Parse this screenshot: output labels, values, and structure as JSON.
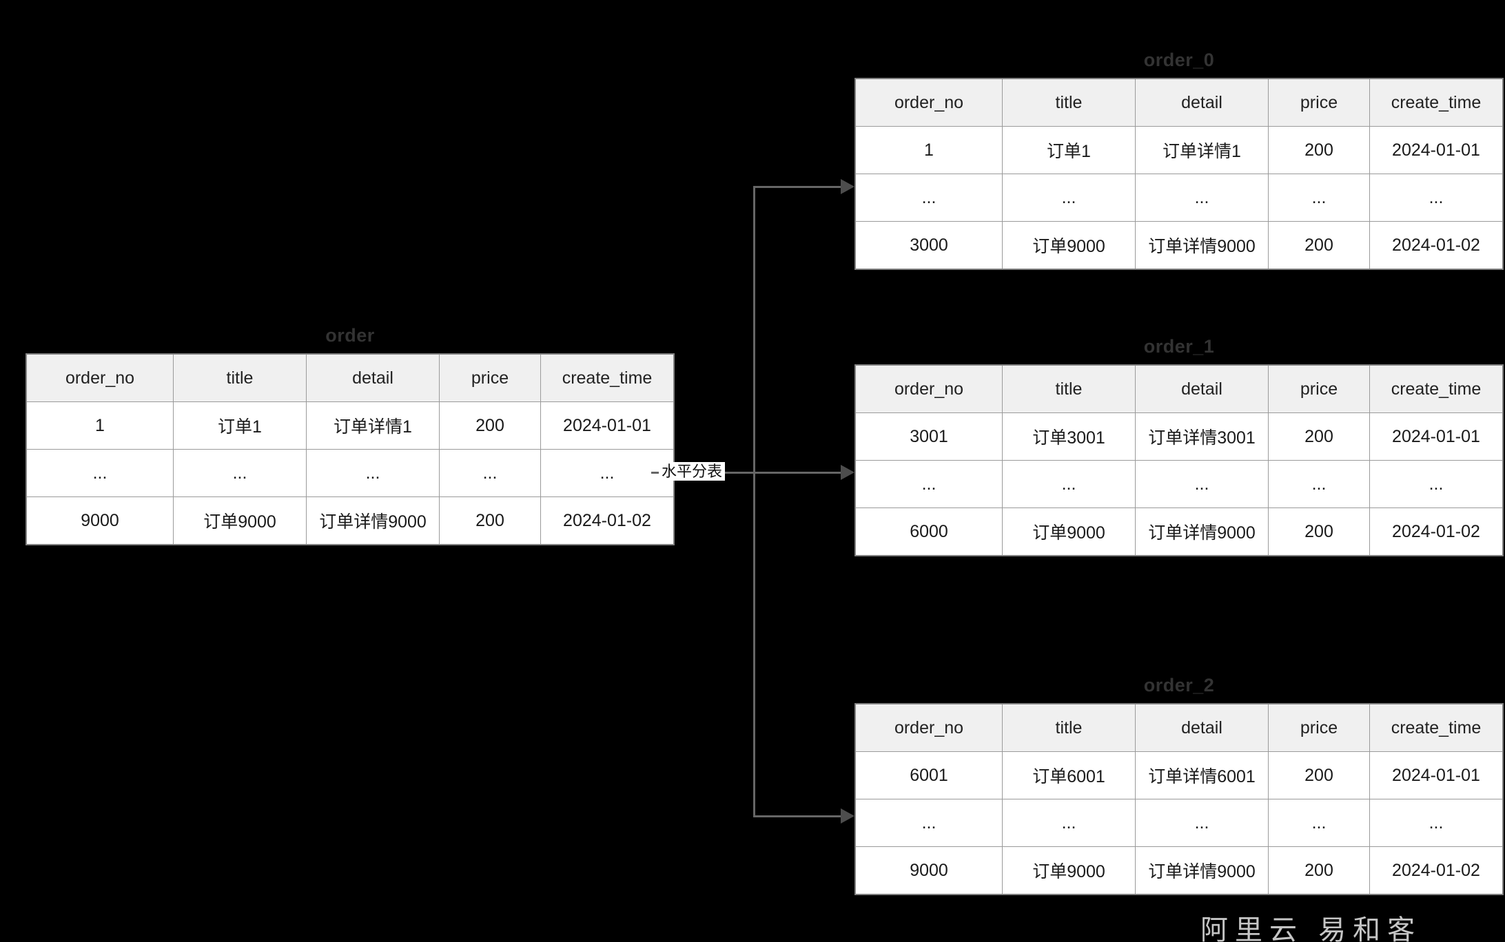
{
  "diagram": {
    "edge_label": "水平分表",
    "columns": [
      "order_no",
      "title",
      "detail",
      "price",
      "create_time"
    ],
    "source_table": {
      "title": "order",
      "rows": [
        [
          "1",
          "订单1",
          "订单详情1",
          "200",
          "2024-01-01"
        ],
        [
          "...",
          "...",
          "...",
          "...",
          "..."
        ],
        [
          "9000",
          "订单9000",
          "订单详情9000",
          "200",
          "2024-01-02"
        ]
      ]
    },
    "shard_tables": [
      {
        "title": "order_0",
        "rows": [
          [
            "1",
            "订单1",
            "订单详情1",
            "200",
            "2024-01-01"
          ],
          [
            "...",
            "...",
            "...",
            "...",
            "..."
          ],
          [
            "3000",
            "订单9000",
            "订单详情9000",
            "200",
            "2024-01-02"
          ]
        ]
      },
      {
        "title": "order_1",
        "rows": [
          [
            "3001",
            "订单3001",
            "订单详情3001",
            "200",
            "2024-01-01"
          ],
          [
            "...",
            "...",
            "...",
            "...",
            "..."
          ],
          [
            "6000",
            "订单9000",
            "订单详情9000",
            "200",
            "2024-01-02"
          ]
        ]
      },
      {
        "title": "order_2",
        "rows": [
          [
            "6001",
            "订单6001",
            "订单详情6001",
            "200",
            "2024-01-01"
          ],
          [
            "...",
            "...",
            "...",
            "...",
            "..."
          ],
          [
            "9000",
            "订单9000",
            "订单详情9000",
            "200",
            "2024-01-02"
          ]
        ]
      }
    ],
    "watermark": "阿里云 易和客",
    "colors": {
      "background": "#000000",
      "table_fill": "#ffffff",
      "header_fill": "#f0f0f0",
      "border": "#808080",
      "title_text": "#333333",
      "connector": "#666666"
    }
  }
}
